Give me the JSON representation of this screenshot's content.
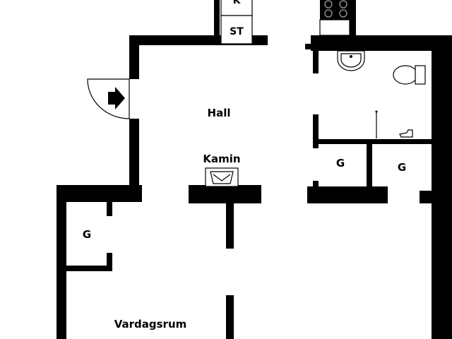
{
  "plan": {
    "rooms": {
      "hall": "Hall",
      "kamin": "Kamin",
      "vardagsrum": "Vardagsrum",
      "storage_left": "G",
      "storage_bath_1": "G",
      "storage_bath_2": "G"
    },
    "kitchen": {
      "fridge": "K",
      "storage": "ST"
    }
  },
  "colors": {
    "wall": "#000000",
    "background": "#ffffff"
  },
  "icons": [
    "entrance-arrow-icon",
    "stove-icon",
    "sink-icon",
    "toilet-icon",
    "shower-icon"
  ]
}
